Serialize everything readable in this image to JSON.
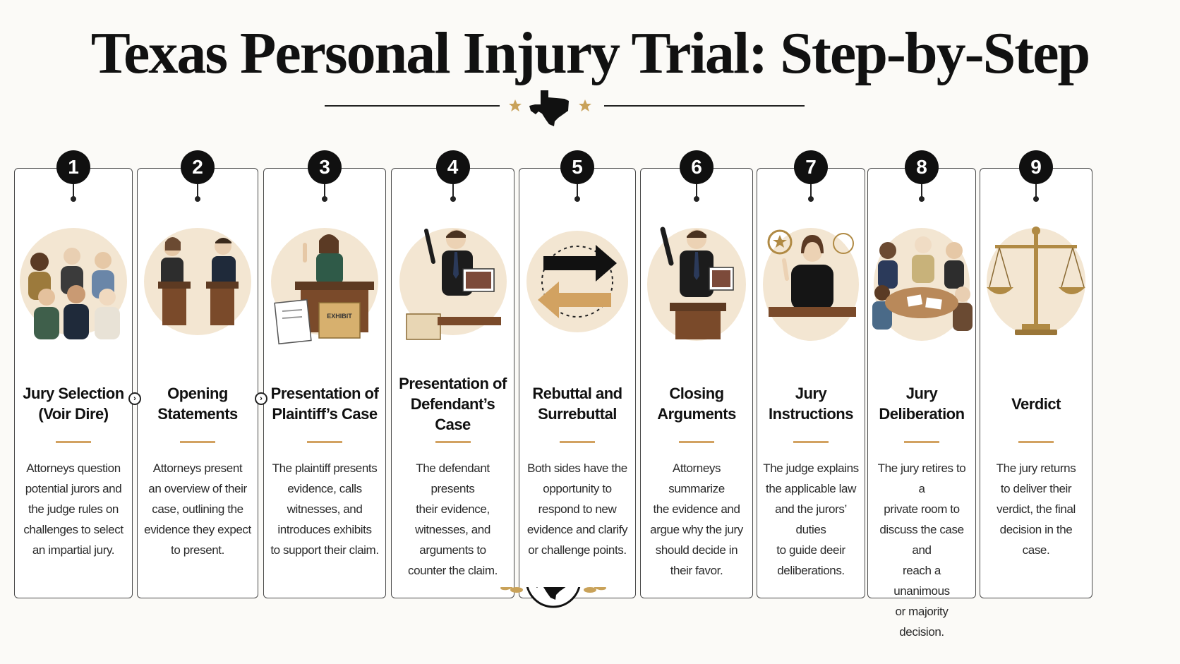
{
  "title": "Texas Personal Injury Trial: Step-by-Step",
  "colors": {
    "accent_gold": "#d2a261",
    "ink": "#111111",
    "card_border": "#4a4a4a",
    "background": "#fbfaf7"
  },
  "decorations": {
    "top": "texas-map-icon with two star-icons",
    "bottom": "texas-map-badge with laurel-icons"
  },
  "steps": [
    {
      "number": "1",
      "title": "Jury Selection\n(Voir Dire)",
      "description": "Attorneys question\npotential jurors and\nthe judge rules on\nchallenges to select\nan impartial jury.",
      "icon": "jurors-group-icon"
    },
    {
      "number": "2",
      "title": "Opening\nStatements",
      "description": "Attorneys present\nan overview of their\ncase, outlining the\nevidence they expect\nto present.",
      "icon": "attorneys-podiums-icon"
    },
    {
      "number": "3",
      "title": "Presentation of\nPlaintiff’s Case",
      "description": "The plaintiff presents\nevidence, calls\nwitnesses, and\nintroduces exhibits\nto support their claim.",
      "icon": "witness-stand-icon",
      "exhibit_label": "EXHIBIT"
    },
    {
      "number": "4",
      "title": "Presentation of\nDefendant’s Case",
      "description": "The defendant presents\ntheir evidence,\nwitnesses, and\narguments to\ncounter the claim.",
      "icon": "defense-attorney-icon"
    },
    {
      "number": "5",
      "title": "Rebuttal and\nSurrebuttal",
      "description": "Both sides have the\nopportunity to\nrespond to new\nevidence and clarify\nor challenge points.",
      "icon": "exchange-arrows-icon"
    },
    {
      "number": "6",
      "title": "Closing\nArguments",
      "description": "Attorneys summarize\nthe evidence and\nargue why the jury\nshould decide in\ntheir favor.",
      "icon": "closing-attorney-icon"
    },
    {
      "number": "7",
      "title": "Jury\nInstructions",
      "description": "The judge explains\nthe applicable law\nand the jurors’ duties\nto guide deeir\ndeliberations.",
      "icon": "judge-icon"
    },
    {
      "number": "8",
      "title": "Jury\nDeliberation",
      "description": "The jury retires to a\nprivate room to\ndiscuss the case and\nreach a unanimous\nor majority decision.",
      "icon": "deliberation-table-icon"
    },
    {
      "number": "9",
      "title": "Verdict",
      "description": "The jury returns\nto deliver their\nverdict, the final\ndecision in the\ncase.",
      "icon": "scales-of-justice-icon"
    }
  ]
}
